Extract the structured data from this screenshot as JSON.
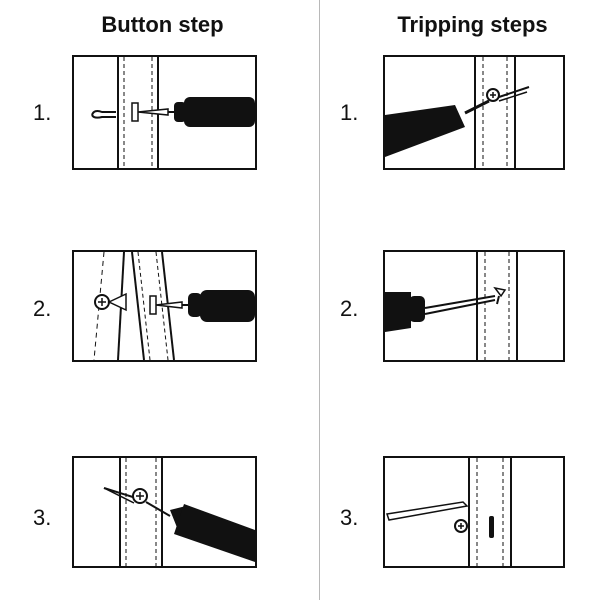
{
  "columns": {
    "left_title": "Button step",
    "right_title": "Tripping steps"
  },
  "steps": {
    "left": [
      "1.",
      "2.",
      "3."
    ],
    "right": [
      "1.",
      "2.",
      "3."
    ]
  },
  "colors": {
    "ink": "#111111",
    "panel_bg": "#ffffff",
    "divider": "#b8b8b8"
  },
  "icons": [
    "screwdriver-icon",
    "pin-icon",
    "button-icon"
  ]
}
